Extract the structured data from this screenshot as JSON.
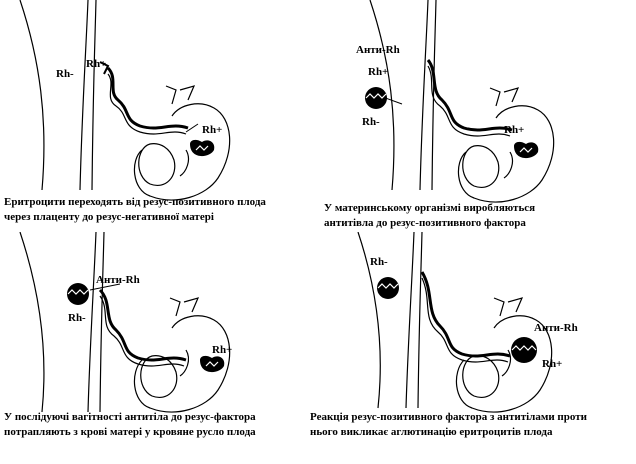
{
  "panels": [
    {
      "labels": {
        "maternal": "Rh-",
        "fetal": "Rh+",
        "fetal_heart": "Rh+"
      },
      "caption": [
        "Еритроцити переходять від резус-позитивного плода",
        "через плаценту до резус-негативної матері"
      ]
    },
    {
      "labels": {
        "antibody": "Анти-Rh",
        "fetal": "Rh+",
        "maternal": "Rh-",
        "fetal_heart": "Rh+"
      },
      "caption": [
        "У материнському організмі виробляються",
        "антитівла до резус-позитивного фактора"
      ]
    },
    {
      "labels": {
        "antibody": "Анти-Rh",
        "maternal": "Rh-",
        "fetal_heart": "Rh+"
      },
      "caption": [
        "У послідуючі вагітності антитіла до резус-фактора",
        "потрапляють з крові матері у кровяне русло плода"
      ]
    },
    {
      "labels": {
        "maternal": "Rh-",
        "antibody": "Анти-Rh",
        "fetal_heart": "Rh+"
      },
      "caption": [
        "Реакція резус-позитивного фактора з антитілами проти",
        "нього викликає аглютинацію еритроцитів плода"
      ]
    }
  ]
}
